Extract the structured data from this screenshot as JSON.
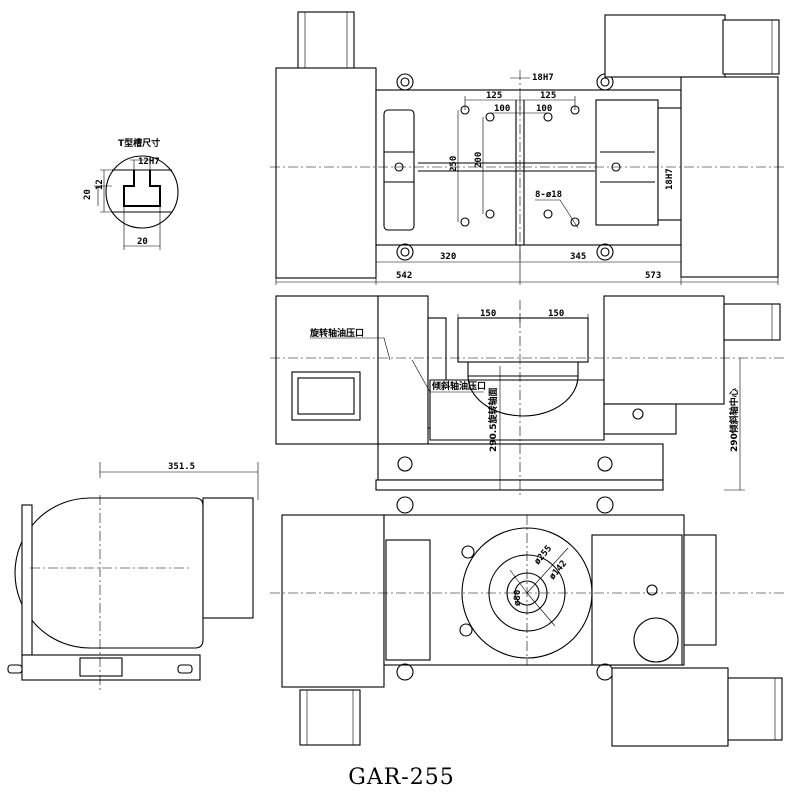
{
  "title": "GAR-255",
  "tslot": {
    "title": "T型槽尺寸",
    "fit": "12H7",
    "h_outer": "20",
    "h_inner": "12",
    "width": "20"
  },
  "top_view": {
    "d125_left": "125",
    "d125_right": "125",
    "d100_left": "100",
    "d100_right": "100",
    "fit_top": "18H7",
    "fit_side": "18H7",
    "d250": "250",
    "d200": "200",
    "holes": "8-ø18",
    "d542": "542",
    "d320": "320",
    "d345": "345",
    "d573": "573"
  },
  "front_view": {
    "d150_left": "150",
    "d150_right": "150",
    "label_rotary_port": "旋转轴油压口",
    "label_tilt_port": "倾斜轴油压口",
    "label_rotary_center": "290.5旋转轴面",
    "label_tilt_center": "290倾斜轴中心"
  },
  "side_view": {
    "d351": "351.5"
  },
  "bottom_view": {
    "d255": "ø255",
    "d142": "ø142",
    "d80": "ø80"
  }
}
